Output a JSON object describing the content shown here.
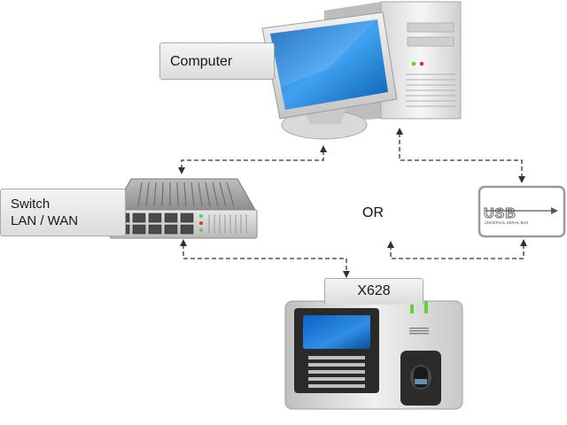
{
  "labels": {
    "computer": "Computer",
    "switch_line1": "Switch",
    "switch_line2": "LAN / WAN",
    "or": "OR",
    "device": "X628",
    "usb_logo": "USB",
    "usb_subtext": "UNIVERSAL SERIAL BUS"
  },
  "colors": {
    "screen_blue": "#1f7fd8",
    "led_green": "#5fcf3a",
    "led_red": "#d33",
    "connector_line": "#333333"
  },
  "icons": [
    "computer-icon",
    "switch-icon",
    "usb-icon",
    "x628-device-icon"
  ]
}
